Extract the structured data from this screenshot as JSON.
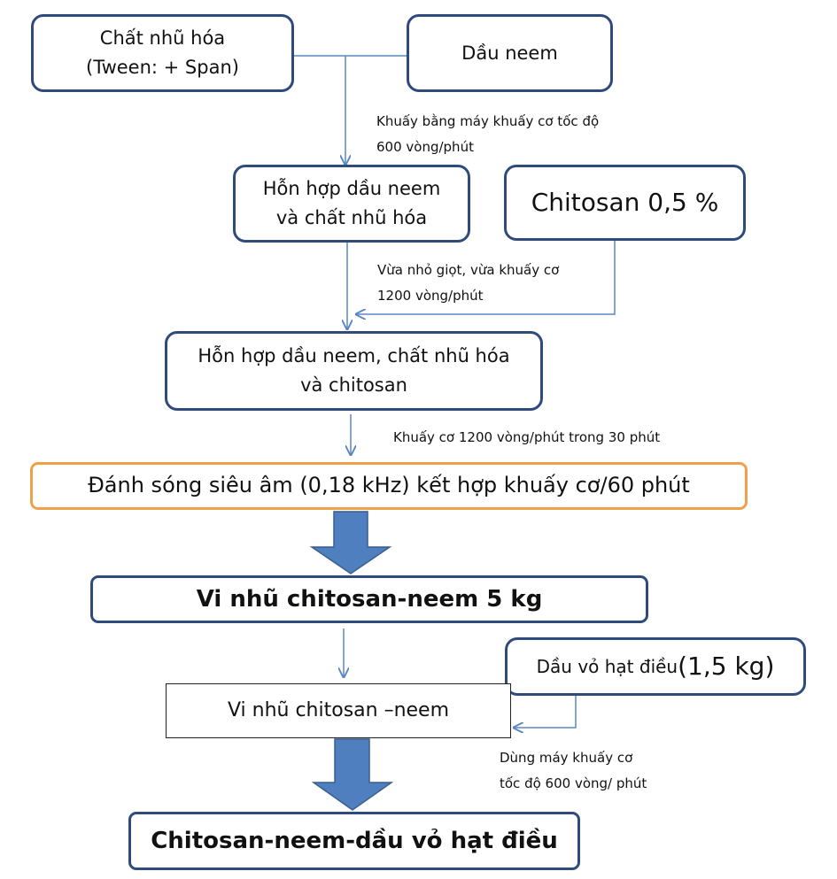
{
  "nodes": {
    "emulsifier": {
      "line1": "Chất nhũ hóa",
      "line2": "(Tween: + Span)"
    },
    "neem_oil": "Dầu neem",
    "mix1": {
      "line1": "Hỗn hợp dầu neem",
      "line2": "và chất nhũ hóa"
    },
    "chitosan": "Chitosan 0,5 %",
    "mix2": {
      "line1": "Hỗn hợp dầu neem, chất nhũ hóa",
      "line2": "và chitosan"
    },
    "ultrasound": "Đánh sóng siêu âm (0,18 kHz) kết hợp khuấy cơ/60 phút",
    "microemulsion_5kg": "Vi nhũ chitosan-neem 5 kg",
    "cashew_oil": {
      "text": "Dầu vỏ hạt điều",
      "amount": "(1,5 kg)"
    },
    "microemulsion": "Vi nhũ chitosan –neem",
    "final": "Chitosan-neem-dầu vỏ hạt điều"
  },
  "notes": {
    "stir1": {
      "line1": "Khuấy bằng máy khuấy cơ tốc độ",
      "line2": "600 vòng/phút"
    },
    "stir2": {
      "line1": "Vừa nhỏ giọt, vừa khuấy cơ",
      "line2": "1200 vòng/phút"
    },
    "stir3": "Khuấy cơ 1200 vòng/phút trong 30 phút",
    "stir4": {
      "line1": "Dùng máy khuấy cơ",
      "line2": "tốc độ 600 vòng/ phút"
    }
  },
  "colors": {
    "box_border": "#2f4b7c",
    "ultrasound_border": "#f0a04b",
    "thin_arrow": "#5b86c4",
    "block_arrow": "#4f7fbf",
    "block_arrow_border": "#3a5f8f"
  }
}
